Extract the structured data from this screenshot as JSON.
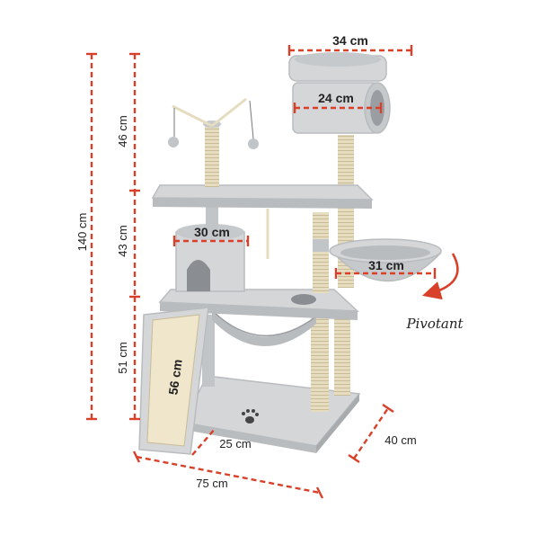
{
  "product": "cat-tree",
  "colors": {
    "plush": "#d4d6d8",
    "plush_dark": "#b9bcbf",
    "sisal": "#e6dcc0",
    "sisal_line": "#c9bb95",
    "dim_line": "#d9402a",
    "shadow": "#9a9ea2"
  },
  "dimensions": {
    "top_width": "34 cm",
    "tunnel": "24 cm",
    "upper_section": "46 cm",
    "middle_section": "43 cm",
    "total_height": "140 cm",
    "condo": "30 cm",
    "basket": "31 cm",
    "lower_section": "51 cm",
    "ramp": "56 cm",
    "base_depth": "40 cm",
    "ramp_width": "25 cm",
    "base_width": "75 cm"
  },
  "labels": {
    "pivot": "Pivotant"
  }
}
